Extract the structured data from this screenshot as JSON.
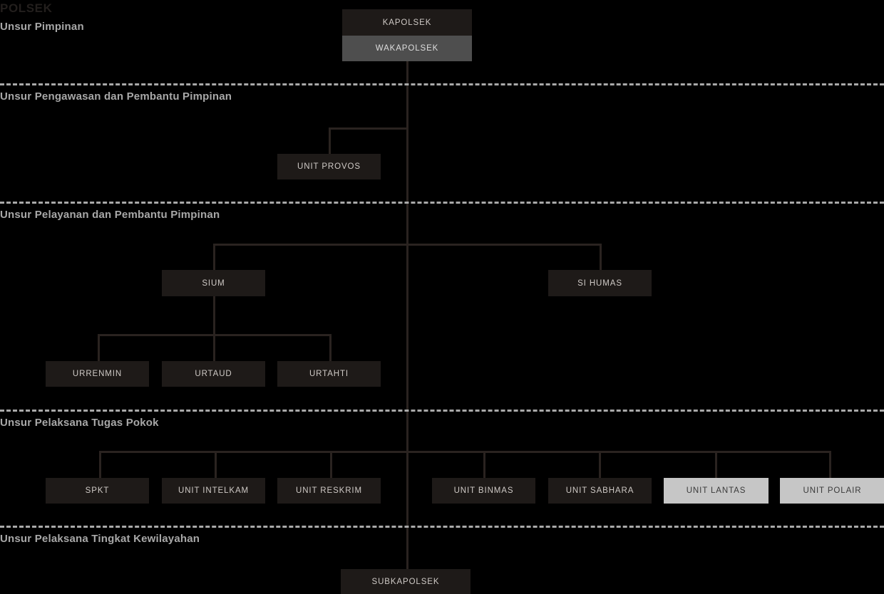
{
  "document": {
    "title": "POLSEK"
  },
  "theme": {
    "background": "#000000",
    "box_dark": "#1e1a18",
    "box_mid": "#4e4e4e",
    "box_light": "#c6c6c6",
    "text_light": "#cfcac6",
    "text_dark": "#3a3a3a",
    "line": "#2a2320",
    "divider": "#a9a9a9",
    "section_label": "#a8a8a8"
  },
  "sections": [
    {
      "label": "Unsur Pimpinan"
    },
    {
      "label": "Unsur Pengawasan dan Pembantu Pimpinan"
    },
    {
      "label": "Unsur Pelayanan dan Pembantu Pimpinan"
    },
    {
      "label": "Unsur Pelaksana Tugas Pokok"
    },
    {
      "label": "Unsur Pelaksana Tingkat Kewilayahan"
    }
  ],
  "nodes": {
    "kapolsek": "KAPOLSEK",
    "wakapolsek": "WAKAPOLSEK",
    "unit_provos": "UNIT PROVOS",
    "sium": "SIUM",
    "si_humas": "SI HUMAS",
    "urrenmin": "URRENMIN",
    "urtaud": "URTAUD",
    "urtahti": "URTAHTI",
    "spkt": "SPKT",
    "unit_intelkam": "UNIT INTELKAM",
    "unit_reskrim": "UNIT RESKRIM",
    "unit_binmas": "UNIT BINMAS",
    "unit_sabhara": "UNIT SABHARA",
    "unit_lantas": "UNIT LANTAS",
    "unit_polair": "UNIT POLAIR",
    "subkapolsek": "SUBKAPOLSEK"
  }
}
